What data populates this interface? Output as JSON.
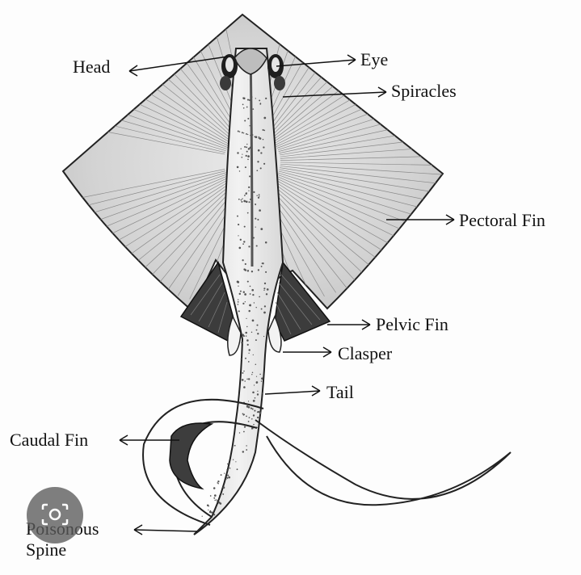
{
  "labels": {
    "head": "Head",
    "eye": "Eye",
    "spiracles": "Spiracles",
    "pectoral_fin": "Pectoral Fin",
    "pelvic_fin": "Pelvic Fin",
    "clasper": "Clasper",
    "tail": "Tail",
    "caudal_fin": "Caudal Fin",
    "poisonous_spine_line1": "Poisonous",
    "poisonous_spine_line2": "Spine"
  },
  "overlay": {
    "icon": "lens-search-icon"
  }
}
